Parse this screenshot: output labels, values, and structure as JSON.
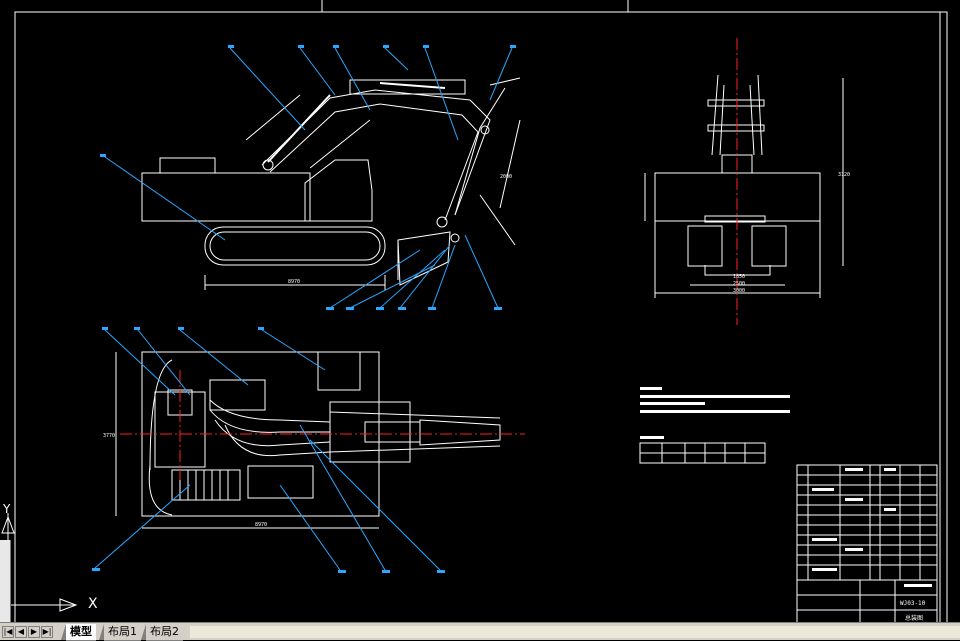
{
  "tabs": {
    "model": "模型",
    "layout1": "布局1",
    "layout2": "布局2"
  },
  "nav": {
    "first": "|◀",
    "prev": "◀",
    "next": "▶",
    "last": "▶|"
  },
  "ucs": {
    "x": "X",
    "y": "Y"
  },
  "drawing": {
    "title_sheet": "总装图",
    "drawing_no": "WJ03-10",
    "dims_side": [
      "8970",
      "2000"
    ],
    "dims_front": [
      "2500",
      "1850",
      "3000",
      "3120"
    ],
    "dims_top": [
      "3770",
      "8970"
    ]
  },
  "colors": {
    "background": "#000000",
    "lines": "#ffffff",
    "leaders": "#2aa7ff",
    "centerline": "#ff2020",
    "hatch": "#ffffff"
  }
}
